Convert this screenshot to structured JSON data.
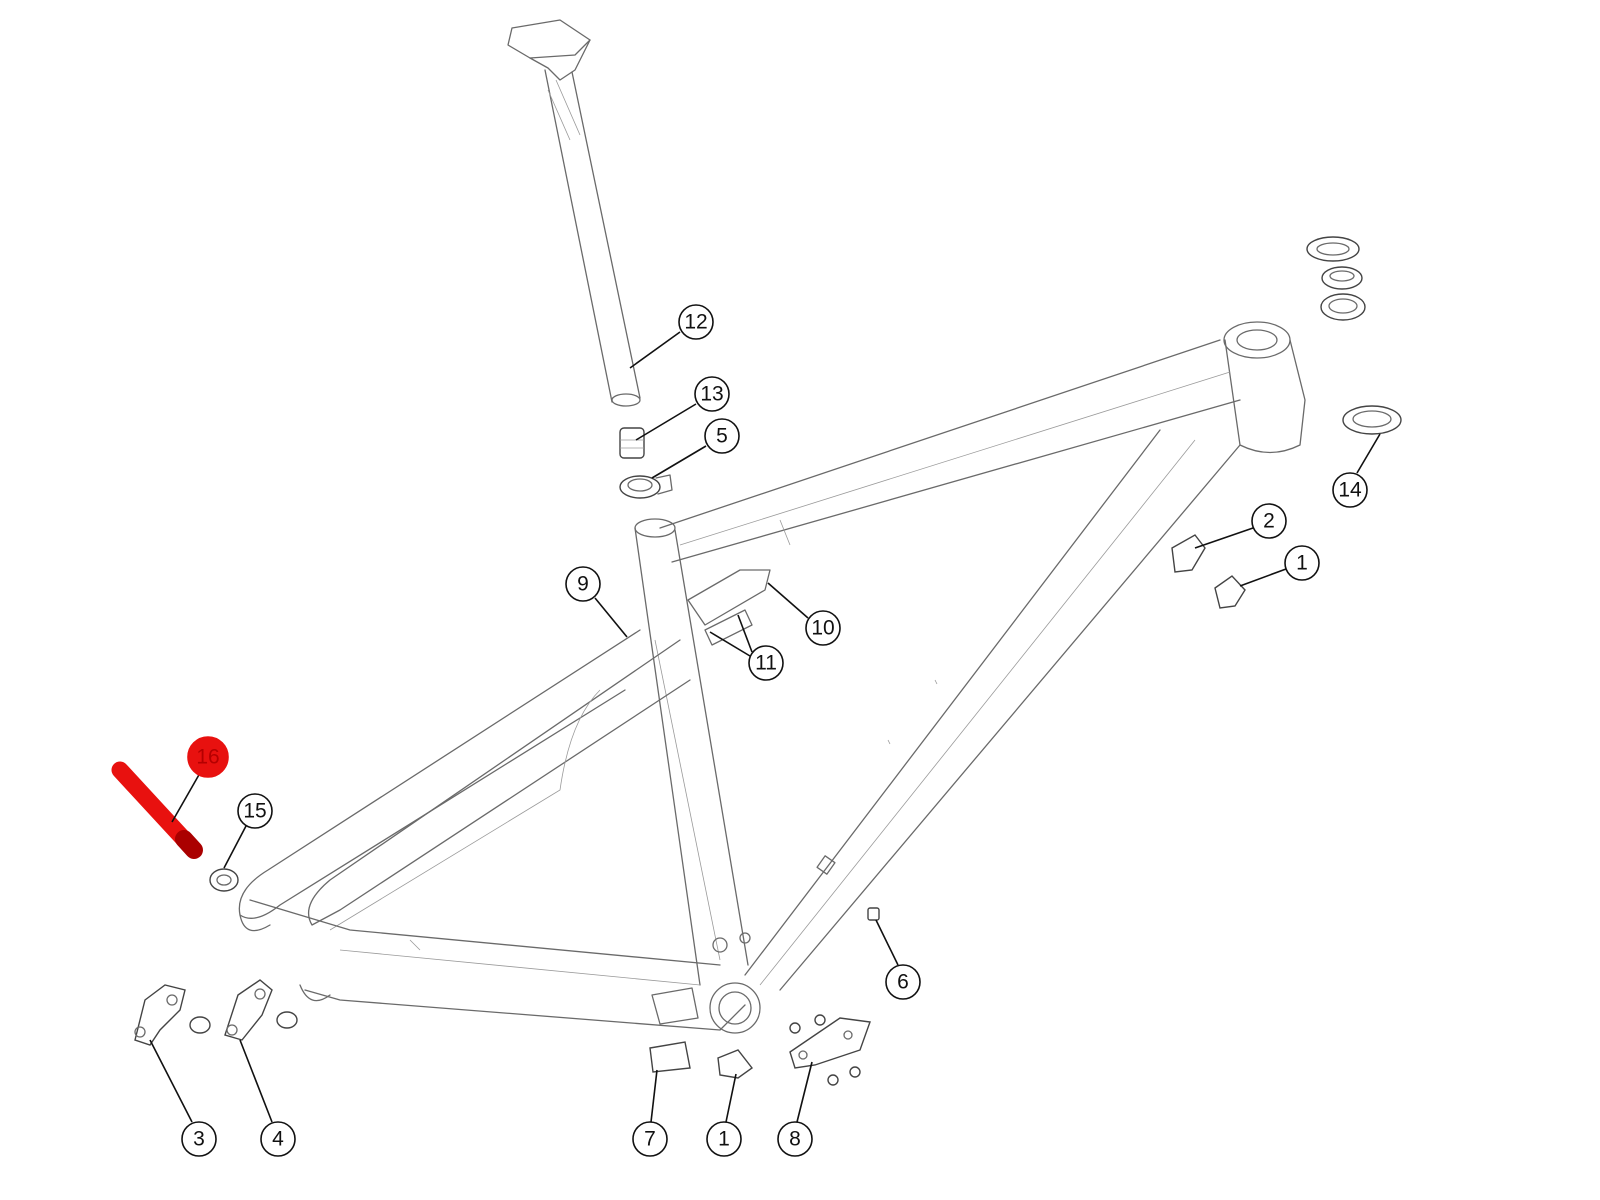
{
  "title": "Bike frame exploded parts diagram",
  "highlight_color": "#e8110f",
  "callouts": {
    "c12": "12",
    "c13": "13",
    "c5": "5",
    "c9": "9",
    "c10": "10",
    "c11": "11",
    "c2": "2",
    "c1a": "1",
    "c14": "14",
    "c15": "15",
    "c16": "16",
    "c3": "3",
    "c4": "4",
    "c7": "7",
    "c1b": "1",
    "c8": "8",
    "c6": "6"
  },
  "highlighted_part": "16"
}
